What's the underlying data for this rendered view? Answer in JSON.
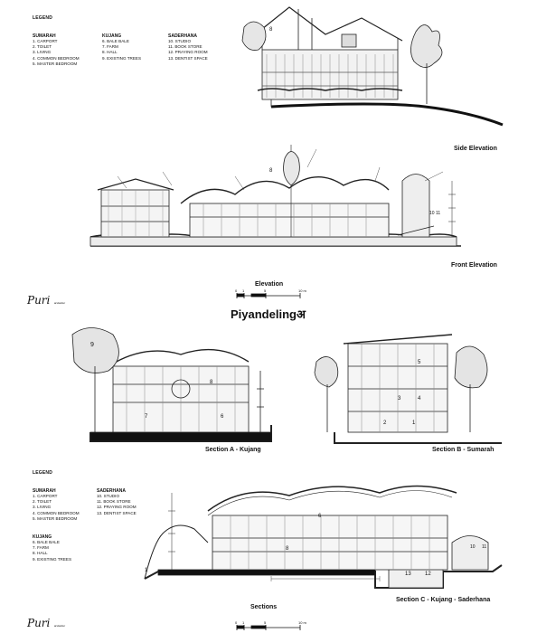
{
  "legend_top": {
    "title": "LEGEND",
    "columns": [
      {
        "head": "SUMARAH",
        "items": [
          "1. CARPORT",
          "2. TOILET",
          "3. LIVING",
          "4. COMMON BEDROOM",
          "5. MASTER BEDROOM"
        ]
      },
      {
        "head": "KUJANG",
        "items": [
          "6. BALE BALE",
          "7. FARM",
          "8. HALL",
          "9. EXISTING TREES"
        ]
      },
      {
        "head": "SADERHANA",
        "items": [
          "10. STUDIO",
          "11. BOOK STORE",
          "12. PRAYING ROOM",
          "13. DENTIST SPACE"
        ]
      }
    ]
  },
  "legend_bottom": {
    "title": "LEGEND",
    "columns": [
      {
        "head": "SUMARAH",
        "items": [
          "1. CARPORT",
          "2. TOILET",
          "3. LIVING",
          "4. COMMON BEDROOM",
          "5. MASTER BEDROOM"
        ]
      },
      {
        "head": "SADERHANA",
        "items": [
          "10. STUDIO",
          "11. BOOK STORE",
          "12. PRAYING ROOM",
          "13. DENTIST SPACE"
        ]
      },
      {
        "head": "KUJANG",
        "items": [
          "6. BALE BALE",
          "7. FARM",
          "8. HALL",
          "9. EXISTING TREES"
        ]
      }
    ]
  },
  "captions": {
    "side_elevation": "Side Elevation",
    "front_elevation": "Front Elevation",
    "elevation": "Elevation",
    "title": "Piyandeling",
    "title_script": "अ",
    "section_a": "Section A - Kujang",
    "section_b": "Section B - Sumarah",
    "section_c": "Section C - Kujang - Saderhana",
    "sections": "Sections"
  },
  "scale": {
    "labels": [
      "0",
      "1",
      "5",
      "10 m"
    ]
  },
  "logo": {
    "text": "Puri",
    "sub": "arsitektur"
  },
  "tags": {
    "side_elev_8": "8",
    "front_8": "8",
    "front_10_11": "10 11",
    "secA_9": "9",
    "secA_8": "8",
    "secA_6": "6",
    "secA_7": "7",
    "secB_5": "5",
    "secB_4": "4",
    "secB_3": "3",
    "secB_2": "2",
    "secB_1": "1",
    "secC_6": "6",
    "secC_8": "8",
    "secC_12": "12",
    "secC_13": "13",
    "secC_10": "10",
    "secC_11": "11",
    "secC_1": "1"
  }
}
